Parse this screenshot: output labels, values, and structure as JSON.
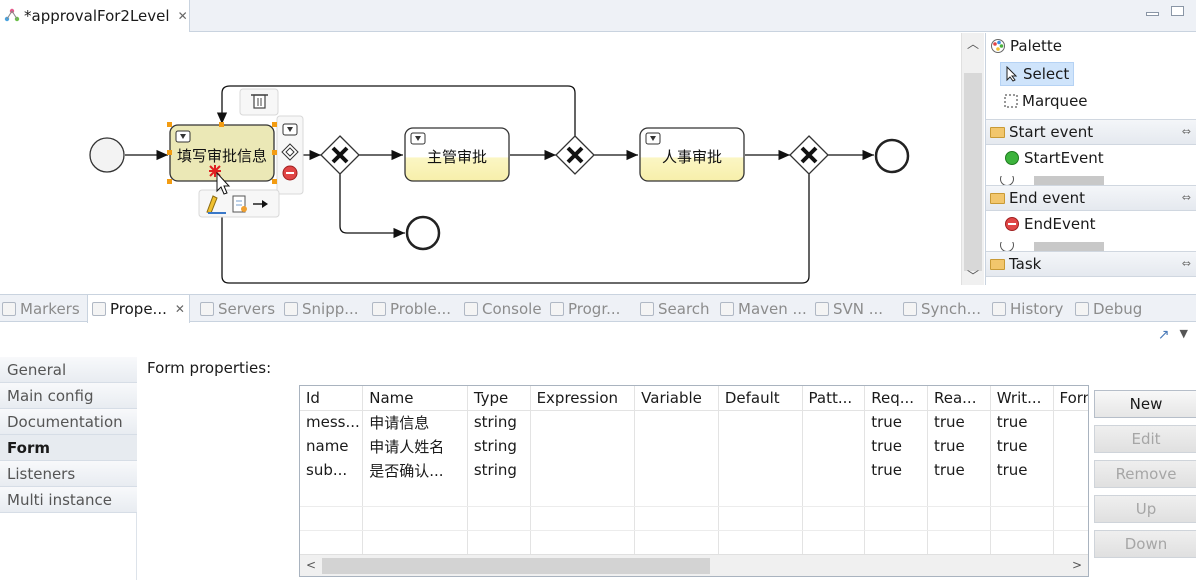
{
  "editor": {
    "tab_title": "*approvalFor2Level",
    "close_glyph": "✕"
  },
  "diagram": {
    "tasks": [
      {
        "label": "填写审批信息",
        "selected": true
      },
      {
        "label": "主管审批",
        "selected": false
      },
      {
        "label": "人事审批",
        "selected": false
      }
    ],
    "colors": {
      "task_fill": "#fdf8cf",
      "task_fill_selected": "#ece9b4",
      "task_stroke": "#333333",
      "selection_handle": "#f39c12",
      "error_marker": "#e02020"
    }
  },
  "palette": {
    "title": "Palette",
    "tools": [
      {
        "label": "Select",
        "icon": "arrow-cursor-icon"
      },
      {
        "label": "Marquee",
        "icon": "marquee-icon"
      }
    ],
    "groups": [
      {
        "label": "Start event",
        "items": [
          {
            "label": "StartEvent",
            "icon": "start-event-icon"
          }
        ]
      },
      {
        "label": "End event",
        "items": [
          {
            "label": "EndEvent",
            "icon": "end-event-icon"
          }
        ]
      },
      {
        "label": "Task",
        "items": []
      }
    ]
  },
  "views": {
    "tabs": [
      {
        "label": "Markers",
        "active": false
      },
      {
        "label": "Prope...",
        "active": true
      },
      {
        "label": "Servers",
        "active": false
      },
      {
        "label": "Snipp...",
        "active": false
      },
      {
        "label": "Proble...",
        "active": false
      },
      {
        "label": "Console",
        "active": false
      },
      {
        "label": "Progr...",
        "active": false
      },
      {
        "label": "Search",
        "active": false
      },
      {
        "label": "Maven ...",
        "active": false
      },
      {
        "label": "SVN ...",
        "active": false
      },
      {
        "label": "Synch...",
        "active": false
      },
      {
        "label": "History",
        "active": false
      },
      {
        "label": "Debug",
        "active": false
      }
    ]
  },
  "properties": {
    "side_tabs": [
      {
        "label": "General",
        "active": false
      },
      {
        "label": "Main config",
        "active": false
      },
      {
        "label": "Documentation",
        "active": false
      },
      {
        "label": "Form",
        "active": true
      },
      {
        "label": "Listeners",
        "active": false
      },
      {
        "label": "Multi instance",
        "active": false
      }
    ],
    "form_title": "Form properties:",
    "columns": [
      "Id",
      "Name",
      "Type",
      "Expression",
      "Variable",
      "Default",
      "Patt...",
      "Req...",
      "Rea...",
      "Writ...",
      "Form va"
    ],
    "rows": [
      [
        "mess...",
        "申请信息",
        "string",
        "",
        "",
        "",
        "",
        "true",
        "true",
        "true",
        ""
      ],
      [
        "name",
        "申请人姓名",
        "string",
        "",
        "",
        "",
        "",
        "true",
        "true",
        "true",
        ""
      ],
      [
        "sub...",
        "是否确认...",
        "string",
        "",
        "",
        "",
        "",
        "true",
        "true",
        "true",
        ""
      ]
    ],
    "buttons": [
      {
        "label": "New",
        "enabled": true
      },
      {
        "label": "Edit",
        "enabled": false
      },
      {
        "label": "Remove",
        "enabled": false
      },
      {
        "label": "Up",
        "enabled": false
      },
      {
        "label": "Down",
        "enabled": false
      }
    ]
  }
}
